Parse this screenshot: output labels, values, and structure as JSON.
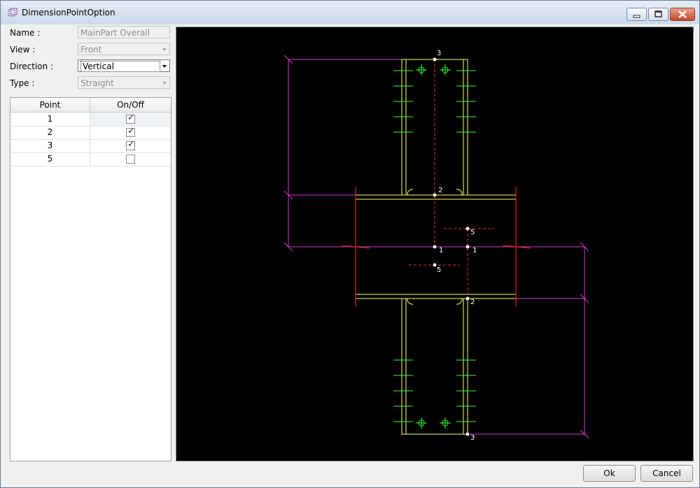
{
  "window": {
    "title": "DimensionPointOption"
  },
  "form": {
    "name_label": "Name :",
    "name_value": "MainPart Overall",
    "view_label": "View :",
    "view_value": "Front",
    "direction_label": "Direction :",
    "direction_value": "Vertical",
    "type_label": "Type :",
    "type_value": "Straight"
  },
  "grid": {
    "headers": [
      "Point",
      "On/Off"
    ],
    "rows": [
      {
        "point": "1",
        "on": true
      },
      {
        "point": "2",
        "on": true
      },
      {
        "point": "3",
        "on": true
      },
      {
        "point": "5",
        "on": false
      }
    ]
  },
  "drawing": {
    "labels": [
      "3",
      "2",
      "5",
      "1",
      "1",
      "5",
      "2",
      "3"
    ]
  },
  "buttons": {
    "ok": "Ok",
    "cancel": "Cancel"
  },
  "colors": {
    "dim_line": "#d633d6",
    "part_outline": "#ffff66",
    "hidden_line": "#ff2a2a",
    "bolt": "#33ff33",
    "canvas_bg": "#000000"
  }
}
